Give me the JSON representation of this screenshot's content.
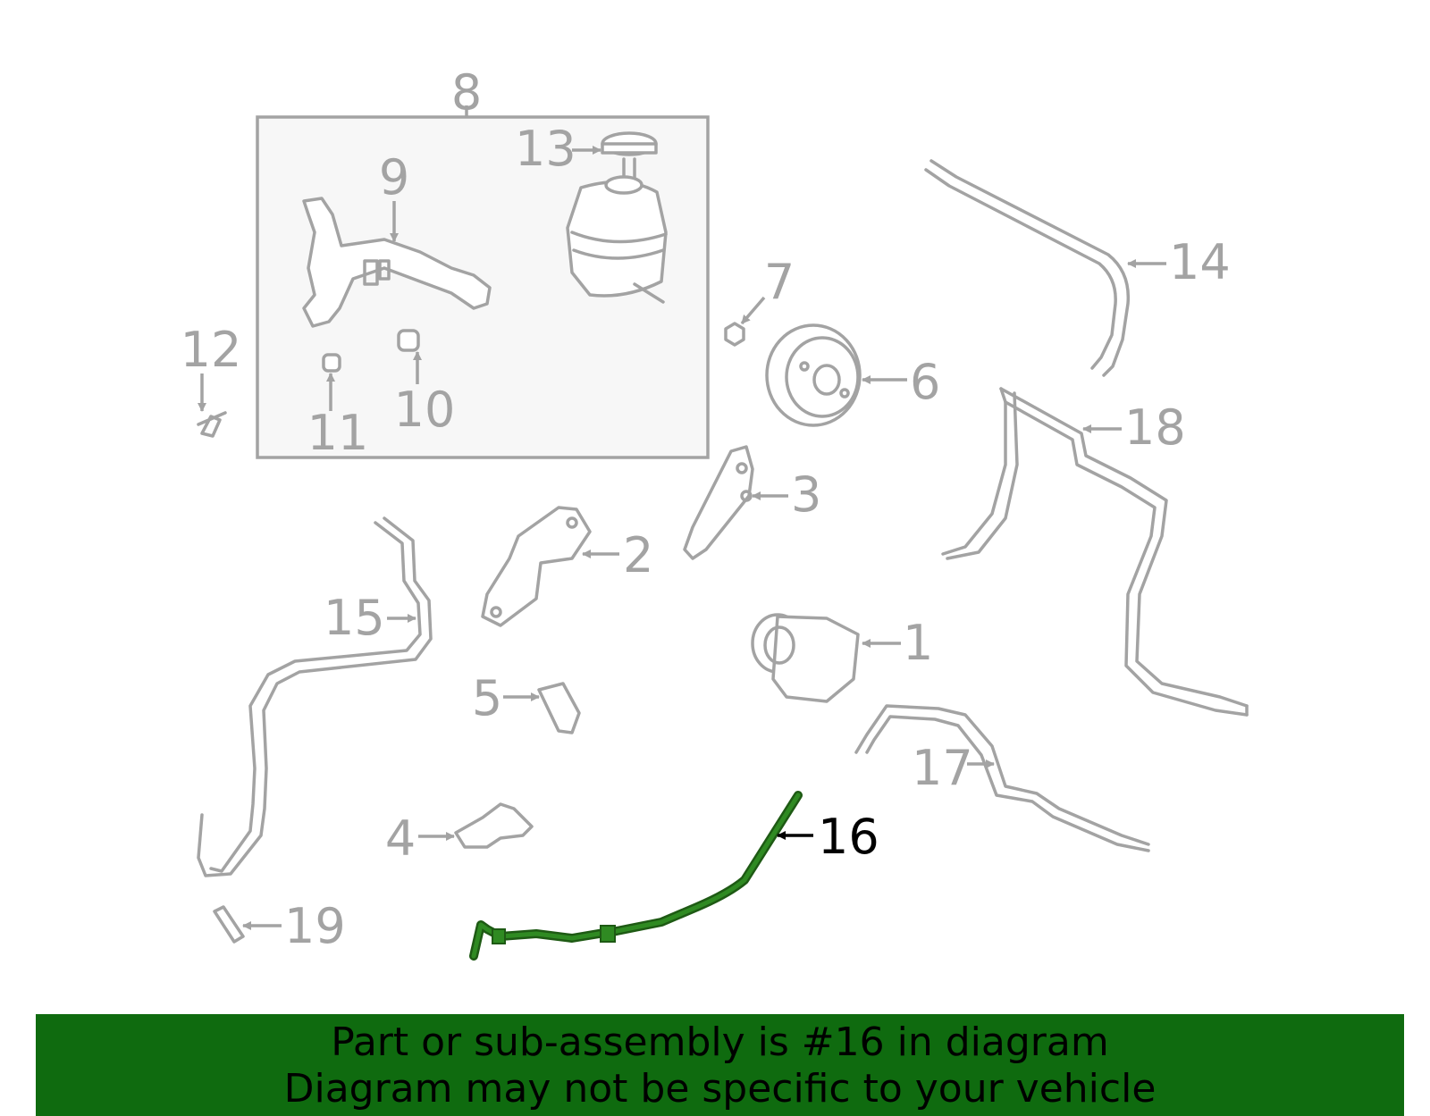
{
  "diagram": {
    "highlighted_part": "16",
    "callouts": [
      "1",
      "2",
      "3",
      "4",
      "5",
      "6",
      "7",
      "8",
      "9",
      "10",
      "11",
      "12",
      "13",
      "14",
      "15",
      "16",
      "17",
      "18",
      "19"
    ],
    "colors": {
      "line": "#a3a3a3",
      "highlight": "#2f8a22",
      "banner": "#0f6b0f",
      "box_fill": "#f5f5f5"
    }
  },
  "banner": {
    "line1": "Part or sub-assembly is #16 in diagram",
    "line2": "Diagram may not be specific to your vehicle"
  }
}
